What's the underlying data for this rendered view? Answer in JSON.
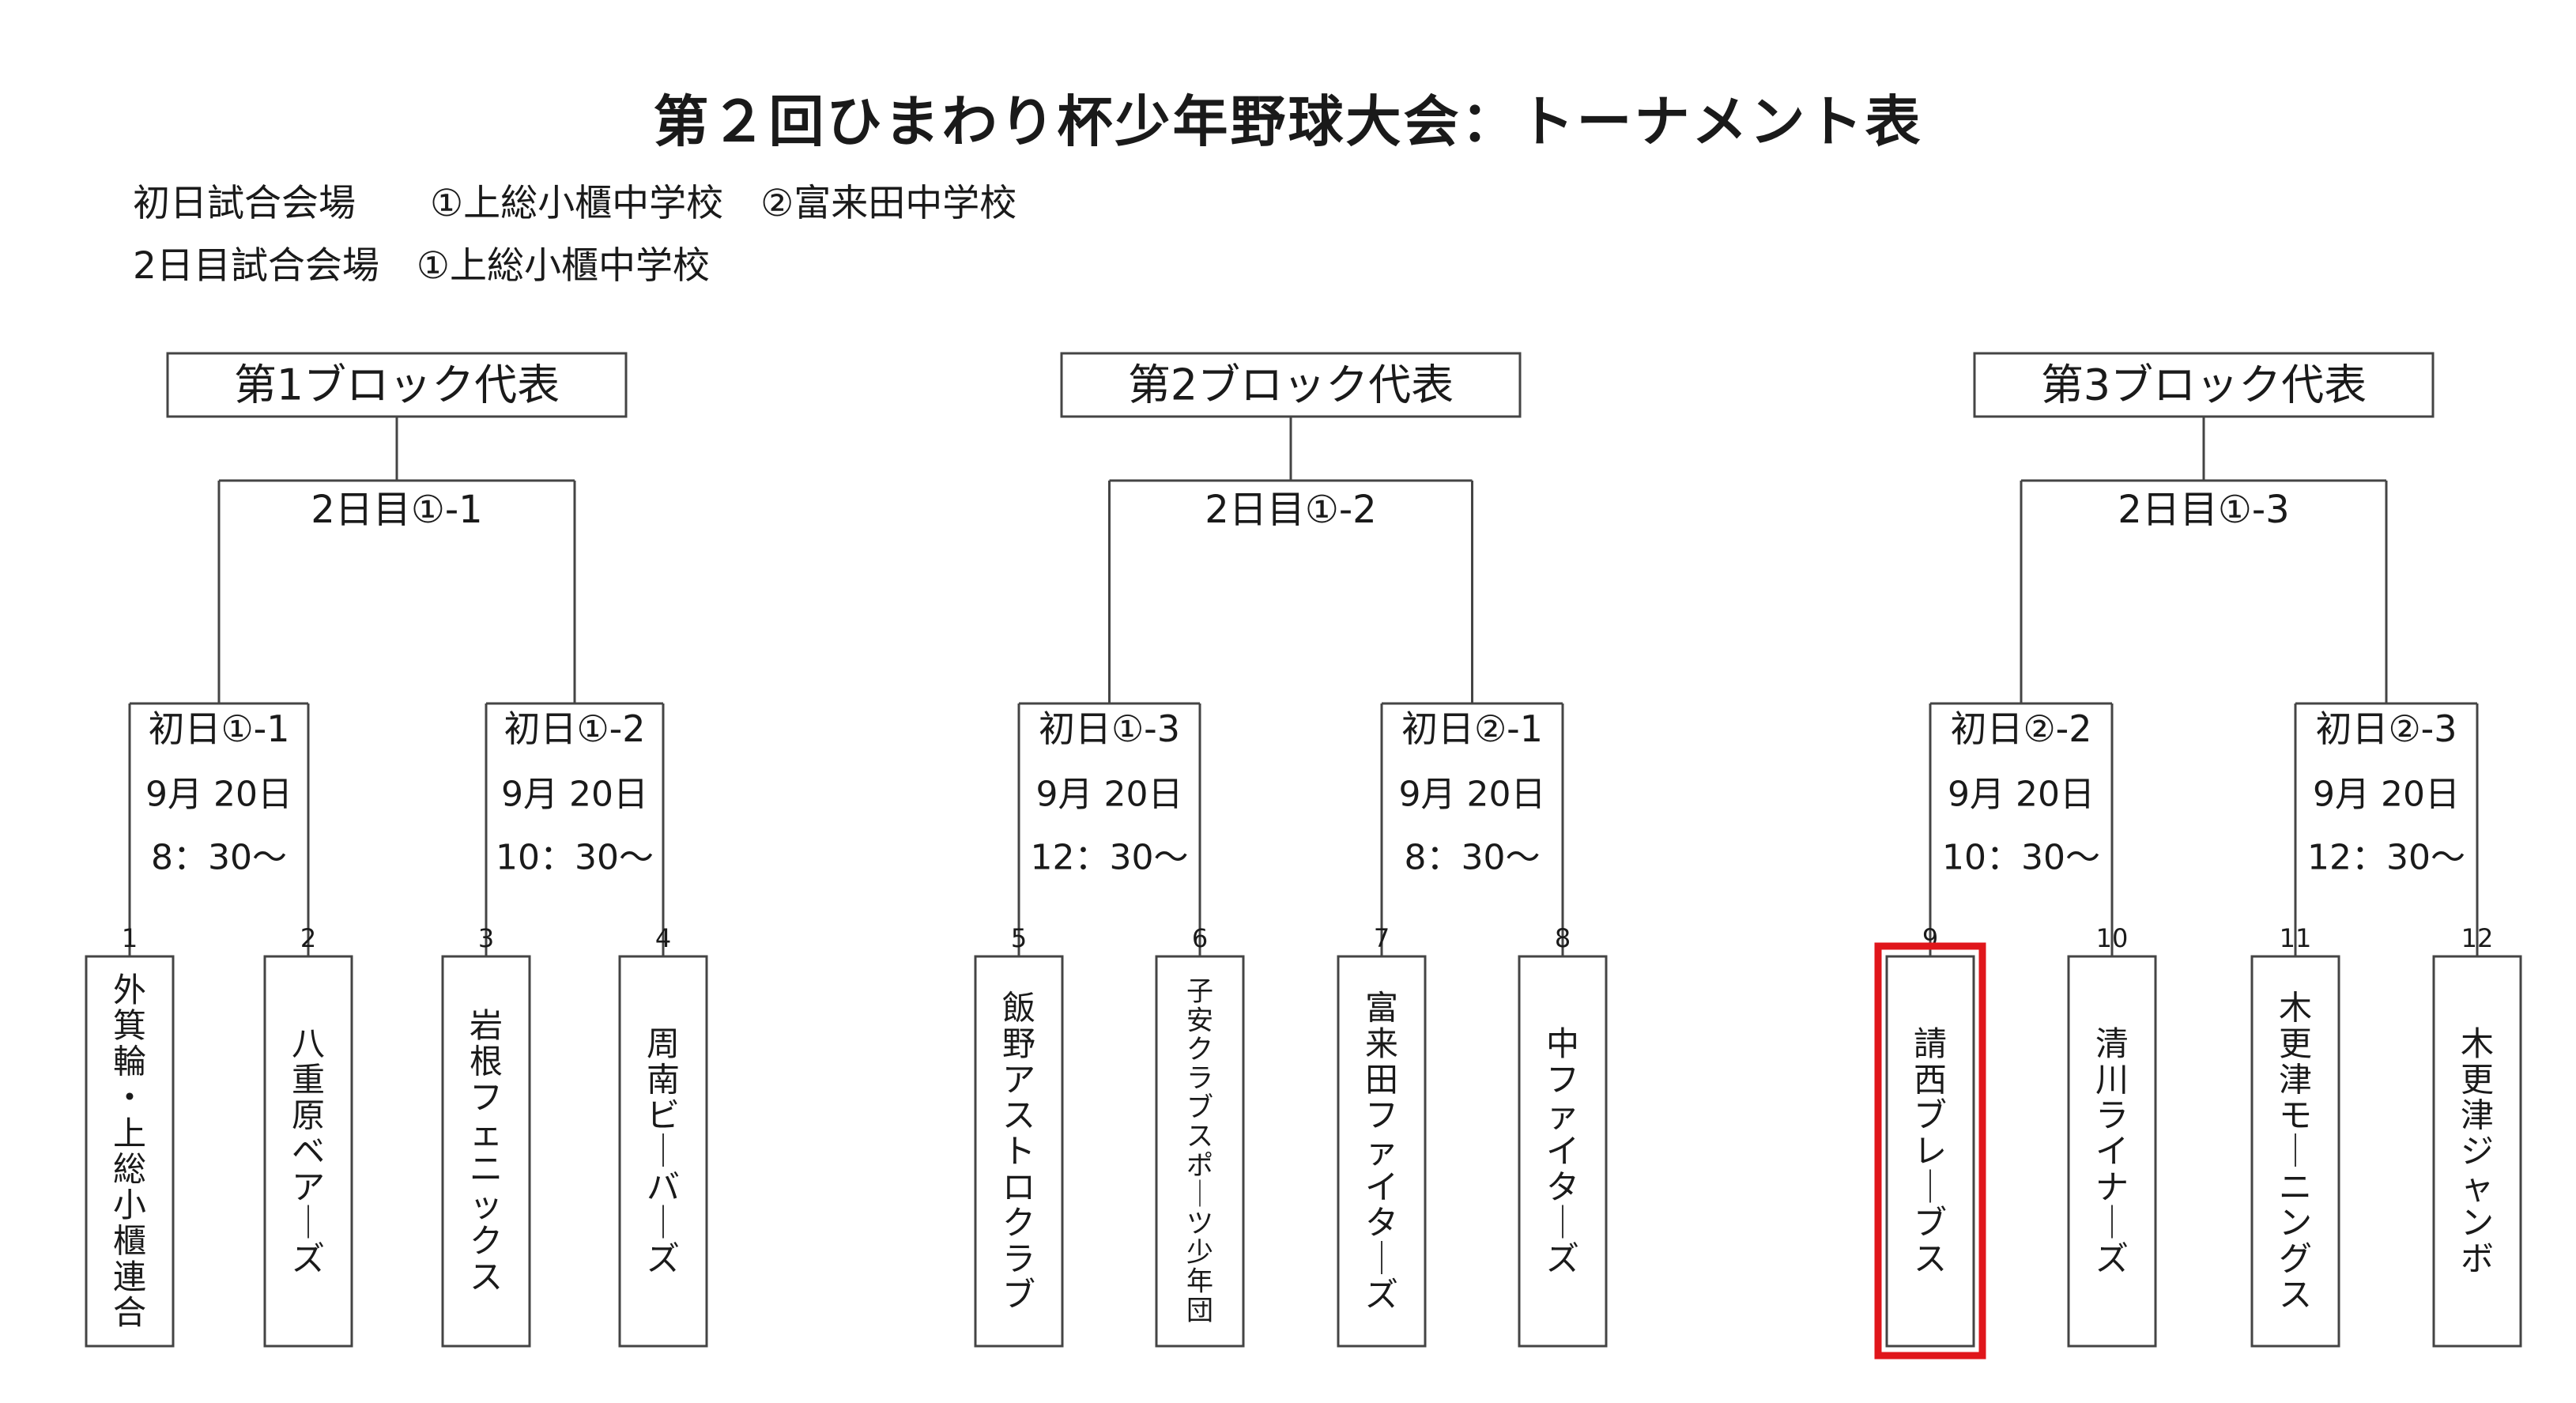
{
  "title": "第２回ひまわり杯少年野球大会：トーナメント表",
  "venues": {
    "day1": "初日試合会場　　①上総小櫃中学校　②富来田中学校",
    "day2": "2日目試合会場　①上総小櫃中学校"
  },
  "blocks": [
    {
      "label": "第1ブロック代表",
      "final": "2日目①-1",
      "matches": [
        {
          "id": "初日①-1",
          "date": "9月 20日",
          "time": "8：30～"
        },
        {
          "id": "初日①-2",
          "date": "9月 20日",
          "time": "10：30～"
        }
      ]
    },
    {
      "label": "第2ブロック代表",
      "final": "2日目①-2",
      "matches": [
        {
          "id": "初日①-3",
          "date": "9月 20日",
          "time": "12：30～"
        },
        {
          "id": "初日②-1",
          "date": "9月 20日",
          "time": "8：30～"
        }
      ]
    },
    {
      "label": "第3ブロック代表",
      "final": "2日目①-3",
      "matches": [
        {
          "id": "初日②-2",
          "date": "9月 20日",
          "time": "10：30～"
        },
        {
          "id": "初日②-3",
          "date": "9月 20日",
          "time": "12：30～"
        }
      ]
    }
  ],
  "teams": [
    {
      "num": "1",
      "name": "外箕輪・上総小櫃連合"
    },
    {
      "num": "2",
      "name": "八重原ベアーズ"
    },
    {
      "num": "3",
      "name": "岩根フェニックス"
    },
    {
      "num": "4",
      "name": "周南ビーバーズ"
    },
    {
      "num": "5",
      "name": "飯野アストロクラブ"
    },
    {
      "num": "6",
      "name": "子安クラブスポーツ少年団"
    },
    {
      "num": "7",
      "name": "富来田ファイターズ"
    },
    {
      "num": "8",
      "name": "中ファイターズ"
    },
    {
      "num": "9",
      "name": "請西ブレーブス"
    },
    {
      "num": "10",
      "name": "清川ライナーズ"
    },
    {
      "num": "11",
      "name": "木更津モーニングス"
    },
    {
      "num": "12",
      "name": "木更津ジャンボ"
    }
  ],
  "highlight": {
    "team_index": 8,
    "color": "#e0161b"
  },
  "colors": {
    "line": "#444444",
    "text": "#1a1a1a"
  }
}
